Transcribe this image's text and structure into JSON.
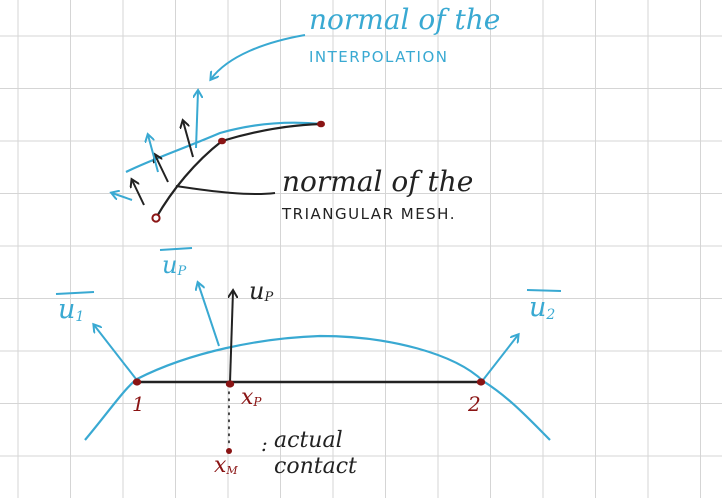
{
  "colors": {
    "background": "#ffffff",
    "grid": "#d5d5d5",
    "ink": "#222222",
    "blue": "#39a9d2",
    "red": "#8a1414"
  },
  "labels": {
    "interp_line1": "normal of the",
    "interp_line2": "INTERPOLATION",
    "mesh_line1": "normal of the",
    "mesh_line2": "TRIANGULAR MESH.",
    "u_p_bar": "u",
    "u_p_bar_sub": "P",
    "u_p": "u",
    "u_p_sub": "P",
    "u1": "u",
    "u1_sub": "1",
    "u2": "u",
    "u2_sub": "2",
    "node1": "1",
    "node2": "2",
    "xp": "x",
    "xp_sub": "P",
    "xm": "x",
    "xm_sub": "M",
    "actual_colon": ":",
    "actual_line1": "actual",
    "actual_line2": "contact"
  }
}
